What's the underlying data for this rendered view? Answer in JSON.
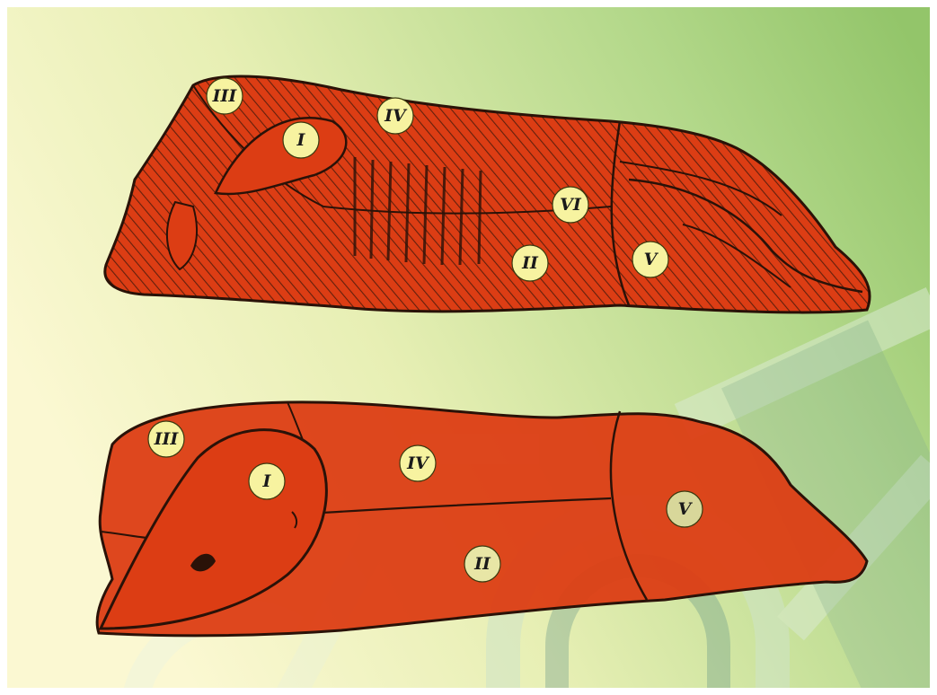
{
  "colors": {
    "meat": "#dc3d14",
    "meat_dark": "#b3300c",
    "outline": "#2a1208",
    "hatch": "#3a160a",
    "label_disc": "#f7f3a0",
    "background_light": "#f6f3c4",
    "background_green": "#9ccb73"
  },
  "upper_cut": {
    "labels": [
      "III",
      "IV",
      "I",
      "VI",
      "II",
      "V"
    ]
  },
  "lower_cut": {
    "labels": [
      "III",
      "I",
      "IV",
      "V",
      "II"
    ]
  }
}
